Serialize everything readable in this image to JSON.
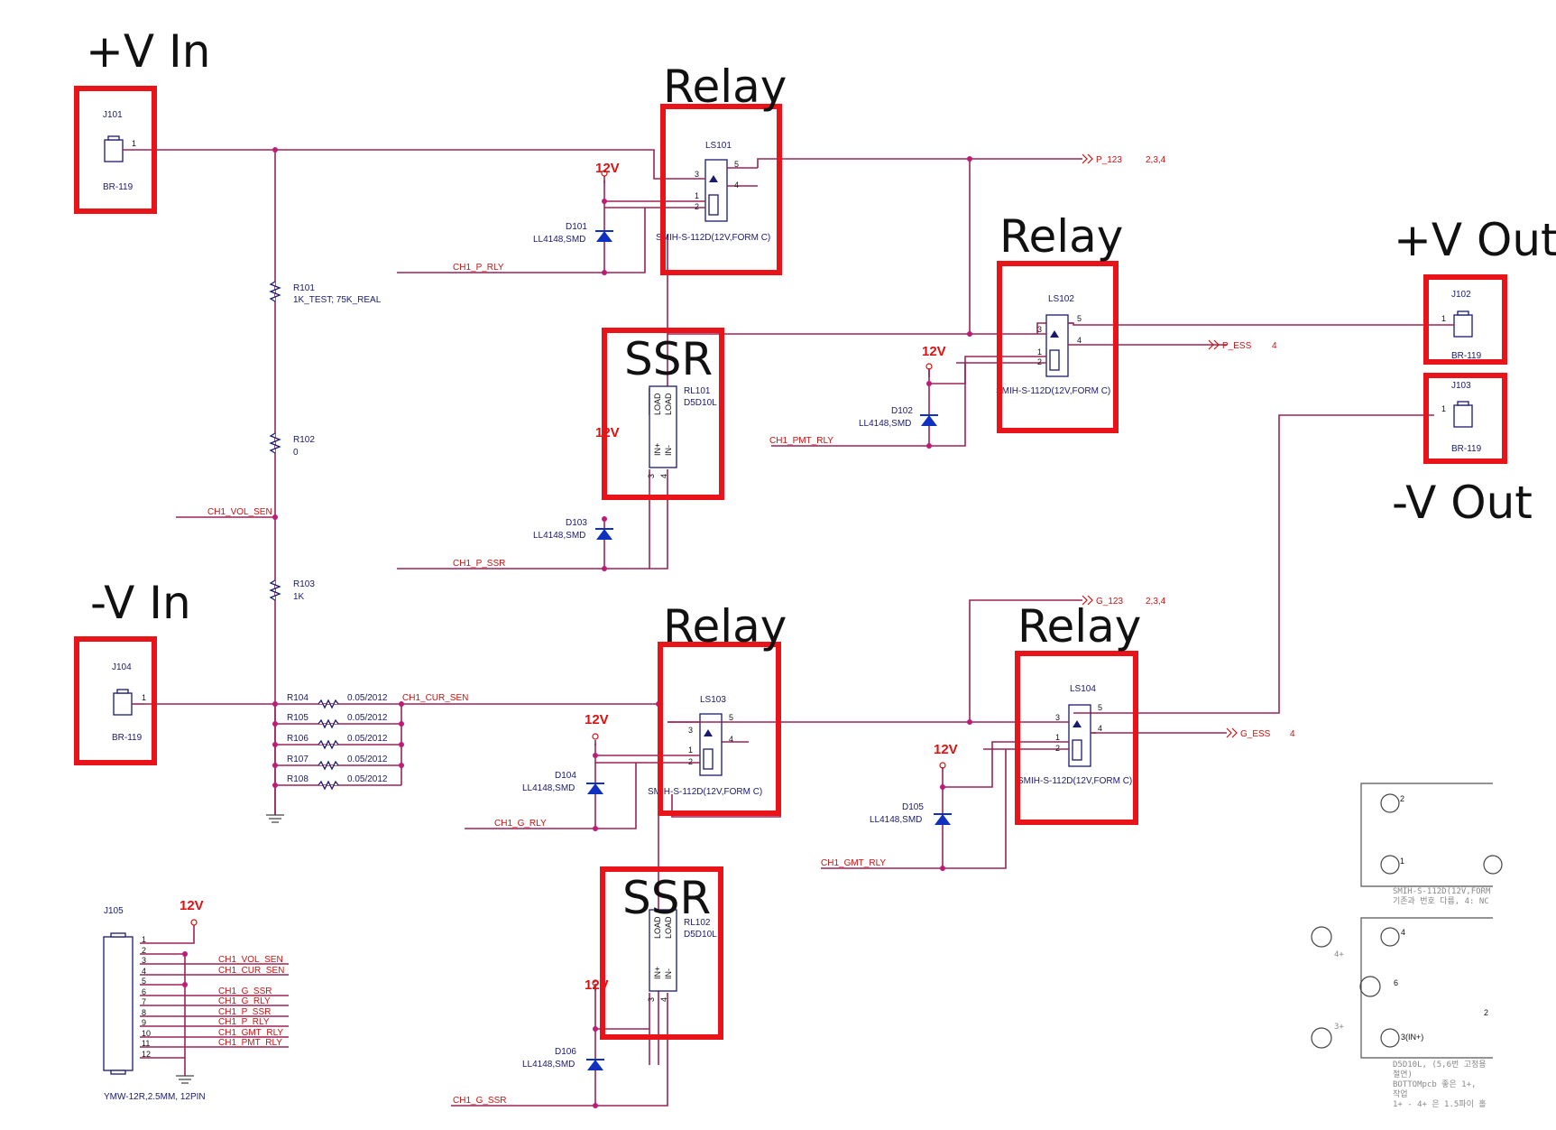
{
  "labels": {
    "v_in_pos": "+V In",
    "v_in_neg": "-V In",
    "v_out_pos": "+V Out",
    "v_out_neg": "-V Out",
    "relay": "Relay",
    "ssr": "SSR",
    "v12": "12V"
  },
  "connectors": {
    "j101": {
      "ref": "J101",
      "part": "BR-119"
    },
    "j102": {
      "ref": "J102",
      "part": "BR-119"
    },
    "j103": {
      "ref": "J103",
      "part": "BR-119"
    },
    "j104": {
      "ref": "J104",
      "part": "BR-119"
    },
    "j105": {
      "ref": "J105",
      "part": "YMW-12R,2.5MM, 12PIN"
    }
  },
  "relays": {
    "ls101": {
      "ref": "LS101",
      "part": "SMIH-S-112D(12V,FORM C)"
    },
    "ls102": {
      "ref": "LS102",
      "part": "SMIH-S-112D(12V,FORM C)"
    },
    "ls103": {
      "ref": "LS103",
      "part": "SMIH-S-112D(12V,FORM C)"
    },
    "ls104": {
      "ref": "LS104",
      "part": "SMIH-S-112D(12V,FORM C)"
    }
  },
  "ssrs": {
    "rl101": {
      "ref": "RL101",
      "part": "D5D10L"
    },
    "rl102": {
      "ref": "RL102",
      "part": "D5D10L"
    }
  },
  "resistors": {
    "r101": {
      "ref": "R101",
      "value": "1K_TEST; 75K_REAL"
    },
    "r102": {
      "ref": "R102",
      "value": "0"
    },
    "r103": {
      "ref": "R103",
      "value": "1K"
    },
    "r104": {
      "ref": "R104",
      "value": "0.05/2012"
    },
    "r105": {
      "ref": "R105",
      "value": "0.05/2012"
    },
    "r106": {
      "ref": "R106",
      "value": "0.05/2012"
    },
    "r107": {
      "ref": "R107",
      "value": "0.05/2012"
    },
    "r108": {
      "ref": "R108",
      "value": "0.05/2012"
    }
  },
  "diodes": {
    "d101": {
      "ref": "D101",
      "part": "LL4148,SMD"
    },
    "d102": {
      "ref": "D102",
      "part": "LL4148,SMD"
    },
    "d103": {
      "ref": "D103",
      "part": "LL4148,SMD"
    },
    "d104": {
      "ref": "D104",
      "part": "LL4148,SMD"
    },
    "d105": {
      "ref": "D105",
      "part": "LL4148,SMD"
    },
    "d106": {
      "ref": "D106",
      "part": "LL4148,SMD"
    }
  },
  "nets": {
    "ch1_p_rly": "CH1_P_RLY",
    "ch1_pmt_rly": "CH1_PMT_RLY",
    "ch1_vol_sen": "CH1_VOL_SEN",
    "ch1_p_ssr": "CH1_P_SSR",
    "ch1_cur_sen": "CH1_CUR_SEN",
    "ch1_g_rly": "CH1_G_RLY",
    "ch1_gmt_rly": "CH1_GMT_RLY",
    "ch1_g_ssr": "CH1_G_SSR",
    "p_123": "P_123",
    "p_123_sheets": "2,3,4",
    "p_ess": "P_ESS",
    "p_ess_sheet": "4",
    "g_123": "G_123",
    "g_123_sheets": "2,3,4",
    "g_ess": "G_ESS",
    "g_ess_sheet": "4"
  },
  "j105_pins": [
    "1",
    "2",
    "3",
    "4",
    "5",
    "6",
    "7",
    "8",
    "9",
    "10",
    "11",
    "12"
  ],
  "j105_nets": [
    "CH1_VOL_SEN",
    "CH1_CUR_SEN",
    "CH1_G_SSR",
    "CH1_G_RLY",
    "CH1_P_SSR",
    "CH1_P_RLY",
    "CH1_GMT_RLY",
    "CH1_PMT_RLY"
  ],
  "ssr_pins": {
    "load": "LOAD",
    "in_pos": "IN+",
    "in_neg": "IN-"
  },
  "footprint_notes": {
    "relay_note_1": "SMIH-S-112D(12V,FORM",
    "relay_note_2": "기존과 번호 다름, 4: NC",
    "ssr_pin_label": "3(IN+)",
    "ssr_note_1": "D5D10L, (5,6번 고정용",
    "ssr_note_2": "절연)",
    "ssr_note_3": "BOTTOMpcb 좋은 1+,",
    "ssr_note_4": "작업",
    "ssr_note_5": "1+ - 4+ 은 1.5파이 홀",
    "pin4p": "4+",
    "pin3p": "3+"
  }
}
